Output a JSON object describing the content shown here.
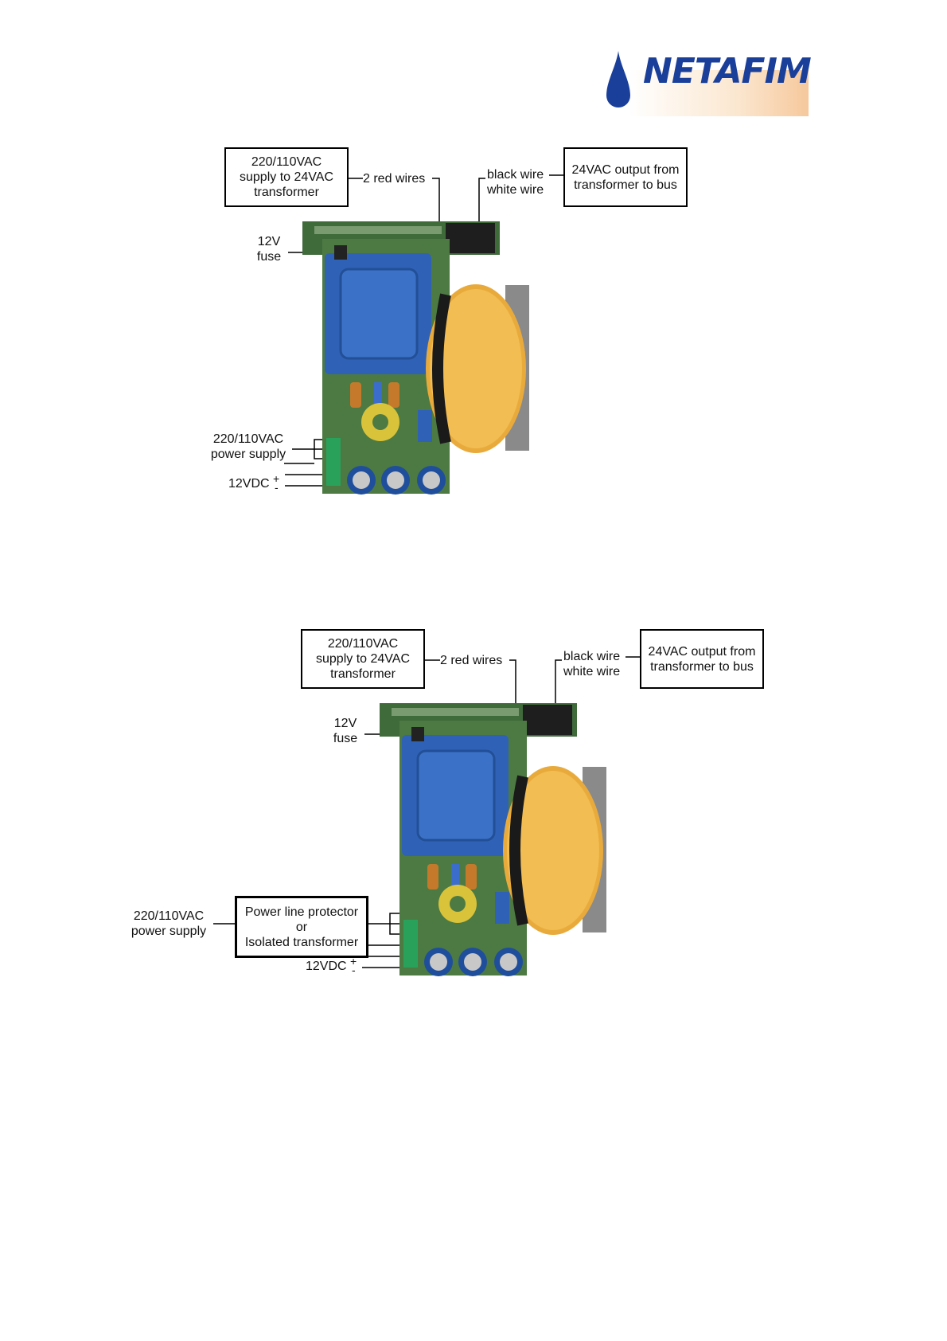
{
  "brand": {
    "name": "NETAFIM",
    "colors": {
      "primary": "#1a3f9a",
      "accent": "#f6c89c"
    }
  },
  "figures": [
    {
      "id": "top",
      "labels": {
        "supply_box": [
          "220/110VAC",
          "supply to 24VAC",
          "transformer"
        ],
        "red_wires": "2 red wires",
        "black_wire": "black wire",
        "white_wire": "white wire",
        "output_box": [
          "24VAC output from",
          "transformer to bus"
        ],
        "fuse": [
          "12V",
          "fuse"
        ],
        "power_supply": [
          "220/110VAC",
          "power supply"
        ],
        "dc": "12VDC",
        "plus": "+",
        "minus": "-"
      }
    },
    {
      "id": "bottom",
      "labels": {
        "supply_box": [
          "220/110VAC",
          "supply to 24VAC",
          "transformer"
        ],
        "red_wires": "2 red wires",
        "black_wire": "black wire",
        "white_wire": "white wire",
        "output_box": [
          "24VAC output from",
          "transformer to bus"
        ],
        "fuse": [
          "12V",
          "fuse"
        ],
        "power_supply": [
          "220/110VAC",
          "power supply"
        ],
        "protector_box": [
          "Power line protector",
          "or",
          "Isolated transformer"
        ],
        "dc": "12VDC",
        "plus": "+",
        "minus": "-"
      }
    }
  ]
}
